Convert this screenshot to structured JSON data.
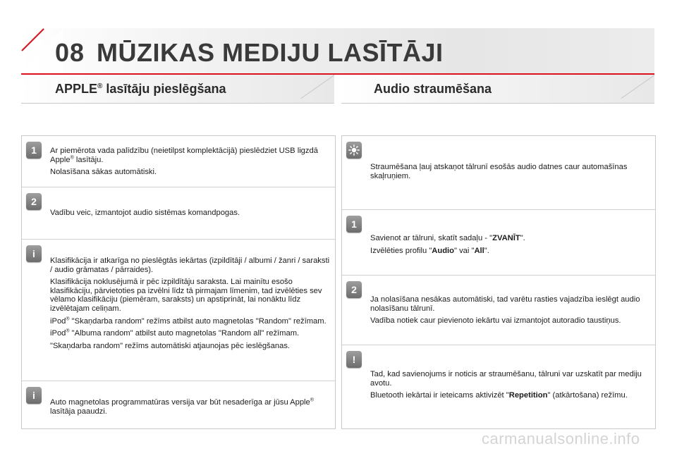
{
  "header": {
    "chapter_number": "08",
    "chapter_title": "MŪZIKAS MEDIJU LASĪTĀJI",
    "accent_color": "#d9121e"
  },
  "left_section": {
    "title_prefix": "APPLE",
    "title_sup": "®",
    "title_suffix": " lasītāju pieslēgšana",
    "items": [
      {
        "badge": "1",
        "paragraphs": [
          [
            "Ar piemērota vada palīdzību (neietilpst komplektācijā) pieslēdziet USB ligzdā Apple",
            "®",
            " lasītāju."
          ],
          [
            "Nolasīšana sākas automātiski."
          ]
        ]
      },
      {
        "badge": "2",
        "paragraphs": [
          [
            "Vadību veic, izmantojot audio sistēmas komandpogas."
          ]
        ]
      },
      {
        "badge": "i",
        "icon": "info-icon",
        "paragraphs": [
          [
            "Klasifikācija ir atkarīga no pieslēgtās iekārtas (izpildītāji / albumi / žanri / saraksti / audio grāmatas / pārraides)."
          ],
          [
            "Klasifikācija noklusējumā ir pēc izpildītāju saraksta. Lai mainītu esošo klasifikāciju, pārvietoties pa izvēlni līdz tā pirmajam līmenim, tad izvēlēties sev vēlamo klasifikāciju (piemēram, saraksts) un apstiprināt, lai nonāktu līdz izvēlētajam celiņam."
          ],
          [
            "iPod",
            "®",
            " \"Skaņdarba random\" režīms atbilst auto magnetolas \"Random\" režīmam."
          ],
          [
            "iPod",
            "®",
            " \"Albuma random\" atbilst auto magnetolas \"Random all\" režīmam."
          ],
          [
            "\"Skaņdarba random\" režīms automātiski atjaunojas pēc ieslēgšanas."
          ]
        ]
      },
      {
        "badge": "i",
        "icon": "info-icon",
        "paragraphs": [
          [
            "Auto magnetolas programmatūras versija var būt nesaderīga ar jūsu Apple",
            "®",
            " lasītāja paaudzi."
          ]
        ]
      }
    ]
  },
  "right_section": {
    "title": "Audio straumēšana",
    "items": [
      {
        "badge": "",
        "icon": "lightbulb-icon",
        "paragraphs": [
          [
            "Straumēšana ļauj atskaņot tālrunī esošās audio datnes caur automašīnas skaļruņiem."
          ]
        ]
      },
      {
        "badge": "1",
        "paragraphs": [
          [
            "Savienot ar tālruni, skatīt sadaļu - \"",
            "ZVANĪT",
            "\"."
          ],
          [
            "Izvēlēties profilu \"",
            "Audio",
            "\" vai \"",
            "All",
            "\"."
          ]
        ]
      },
      {
        "badge": "2",
        "paragraphs": [
          [
            "Ja nolasīšana nesākas automātiski, tad varētu rasties vajadzība ieslēgt audio nolasīšanu tālrunī."
          ],
          [
            "Vadība notiek caur pievienoto iekārtu vai izmantojot autoradio taustiņus."
          ]
        ]
      },
      {
        "badge": "!",
        "icon": "warning-icon",
        "paragraphs": [
          [
            "Tad, kad savienojums ir noticis ar straumēšanu, tālruni var uzskatīt par mediju avotu."
          ],
          [
            "Bluetooth iekārtai ir ieteicams aktivizēt \"",
            "Repetition",
            "\" (atkārtošana) režīmu."
          ]
        ]
      }
    ]
  },
  "watermark": "carmanualsonline.info"
}
